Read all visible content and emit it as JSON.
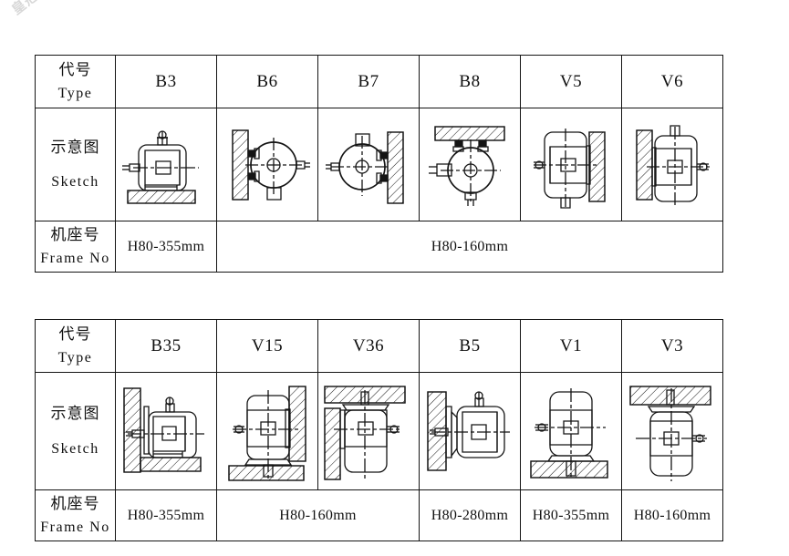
{
  "watermark": "皇冠方腰雷彻鸵",
  "row_labels": {
    "type": {
      "cn": "代号",
      "en": "Type"
    },
    "sketch": {
      "cn": "示意图",
      "en": "Sketch"
    },
    "frame": {
      "cn": "机座号",
      "en": "Frame No"
    }
  },
  "tables": [
    {
      "id": "table-1",
      "types": [
        "B3",
        "B6",
        "B7",
        "B8",
        "V5",
        "V6"
      ],
      "sketches": [
        "foot-mounted-horizontal",
        "wall-mounted-shaft-right",
        "wall-mounted-shaft-left",
        "ceiling-mounted",
        "wall-flange-vertical-shaft-down",
        "wall-flange-vertical-shaft-up"
      ],
      "frames": [
        {
          "text": "H80-355mm",
          "span": 1
        },
        {
          "text": "H80-160mm",
          "span": 5
        }
      ]
    },
    {
      "id": "table-2",
      "types": [
        "B35",
        "V15",
        "V36",
        "B5",
        "V1",
        "V3"
      ],
      "sketches": [
        "foot-and-flange-horizontal",
        "vertical-floor-base-wall-flange",
        "ceiling-and-wall-shaft-up",
        "flange-mounted-wall-horizontal",
        "flange-vertical-shaft-down-floor",
        "flange-vertical-shaft-up-ceiling"
      ],
      "frames": [
        {
          "text": "H80-355mm",
          "span": 1
        },
        {
          "text": "H80-160mm",
          "span": 2
        },
        {
          "text": "H80-280mm",
          "span": 1
        },
        {
          "text": "H80-355mm",
          "span": 1
        },
        {
          "text": "H80-160mm",
          "span": 1
        }
      ]
    }
  ]
}
